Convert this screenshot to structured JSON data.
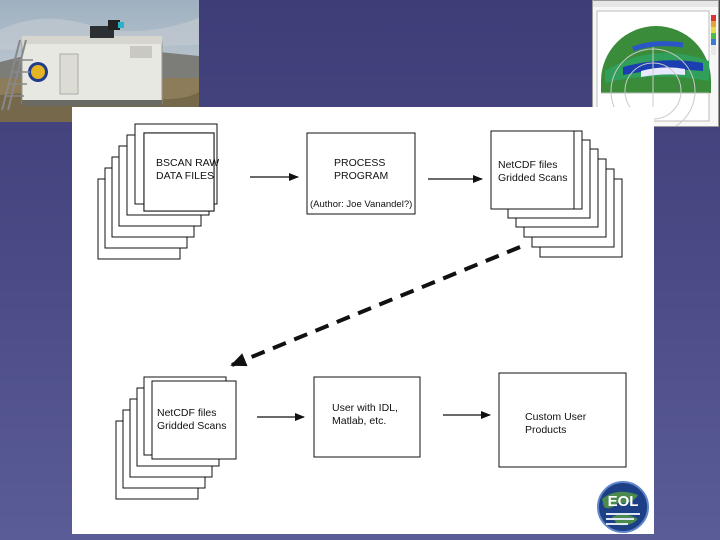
{
  "diagram": {
    "row1": {
      "raw": [
        "BSCAN RAW",
        "DATA FILES"
      ],
      "process": [
        "PROCESS",
        "PROGRAM"
      ],
      "author": "(Author: Joe Vanandel?)",
      "netcdf": [
        "NetCDF files",
        "Gridded Scans"
      ]
    },
    "row2": {
      "netcdf": [
        "NetCDF files",
        "Gridded Scans"
      ],
      "user": [
        "User with IDL,",
        "Matlab, etc."
      ],
      "products": [
        "Custom User",
        "Products"
      ]
    }
  },
  "logo": {
    "text": "EOL"
  },
  "colors": {
    "background": "#454582",
    "panel": "#ffffff",
    "ink": "#111111"
  }
}
